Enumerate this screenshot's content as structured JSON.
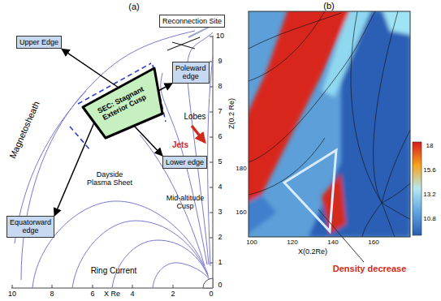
{
  "diagram": {
    "nodes": [
      {
        "text": [
          "Reconnection Site"
        ]
      },
      {
        "text": [
          "Upper Edge"
        ]
      },
      {
        "text": [
          "Poleward edge"
        ]
      },
      {
        "text": [
          "SEC: Stagnant Exterior Cusp"
        ]
      },
      {
        "text": [
          "Lower edge"
        ]
      },
      {
        "text": [
          "Equatorward edge"
        ]
      }
    ],
    "edges": [
      {
        "from": 3,
        "to": 1,
        "arrow": "to"
      },
      {
        "from": 3,
        "to": 2,
        "arrow": "to"
      },
      {
        "from": 3,
        "to": 4,
        "arrow": "to"
      },
      {
        "from": 3,
        "to": 5,
        "arrow": "to"
      }
    ],
    "labels": [
      "(a)",
      "Magnetosheath",
      "Lobes",
      "Jets",
      "Dayside Plasma Sheet",
      "Mid-altitude Cusp",
      "Ring Current",
      "10",
      "8",
      "6",
      "4",
      "2",
      "0",
      "X Re",
      "10",
      "9",
      "8",
      "7",
      "6",
      "5",
      "4",
      "3",
      "2",
      "1",
      "0",
      "(b)",
      "Z(0.2 Re)",
      "180",
      "160",
      "100",
      "120",
      "140",
      "160",
      "X(0.2Re)",
      "18",
      "15.6",
      "13.2",
      "10.8",
      "Density decrease"
    ]
  }
}
